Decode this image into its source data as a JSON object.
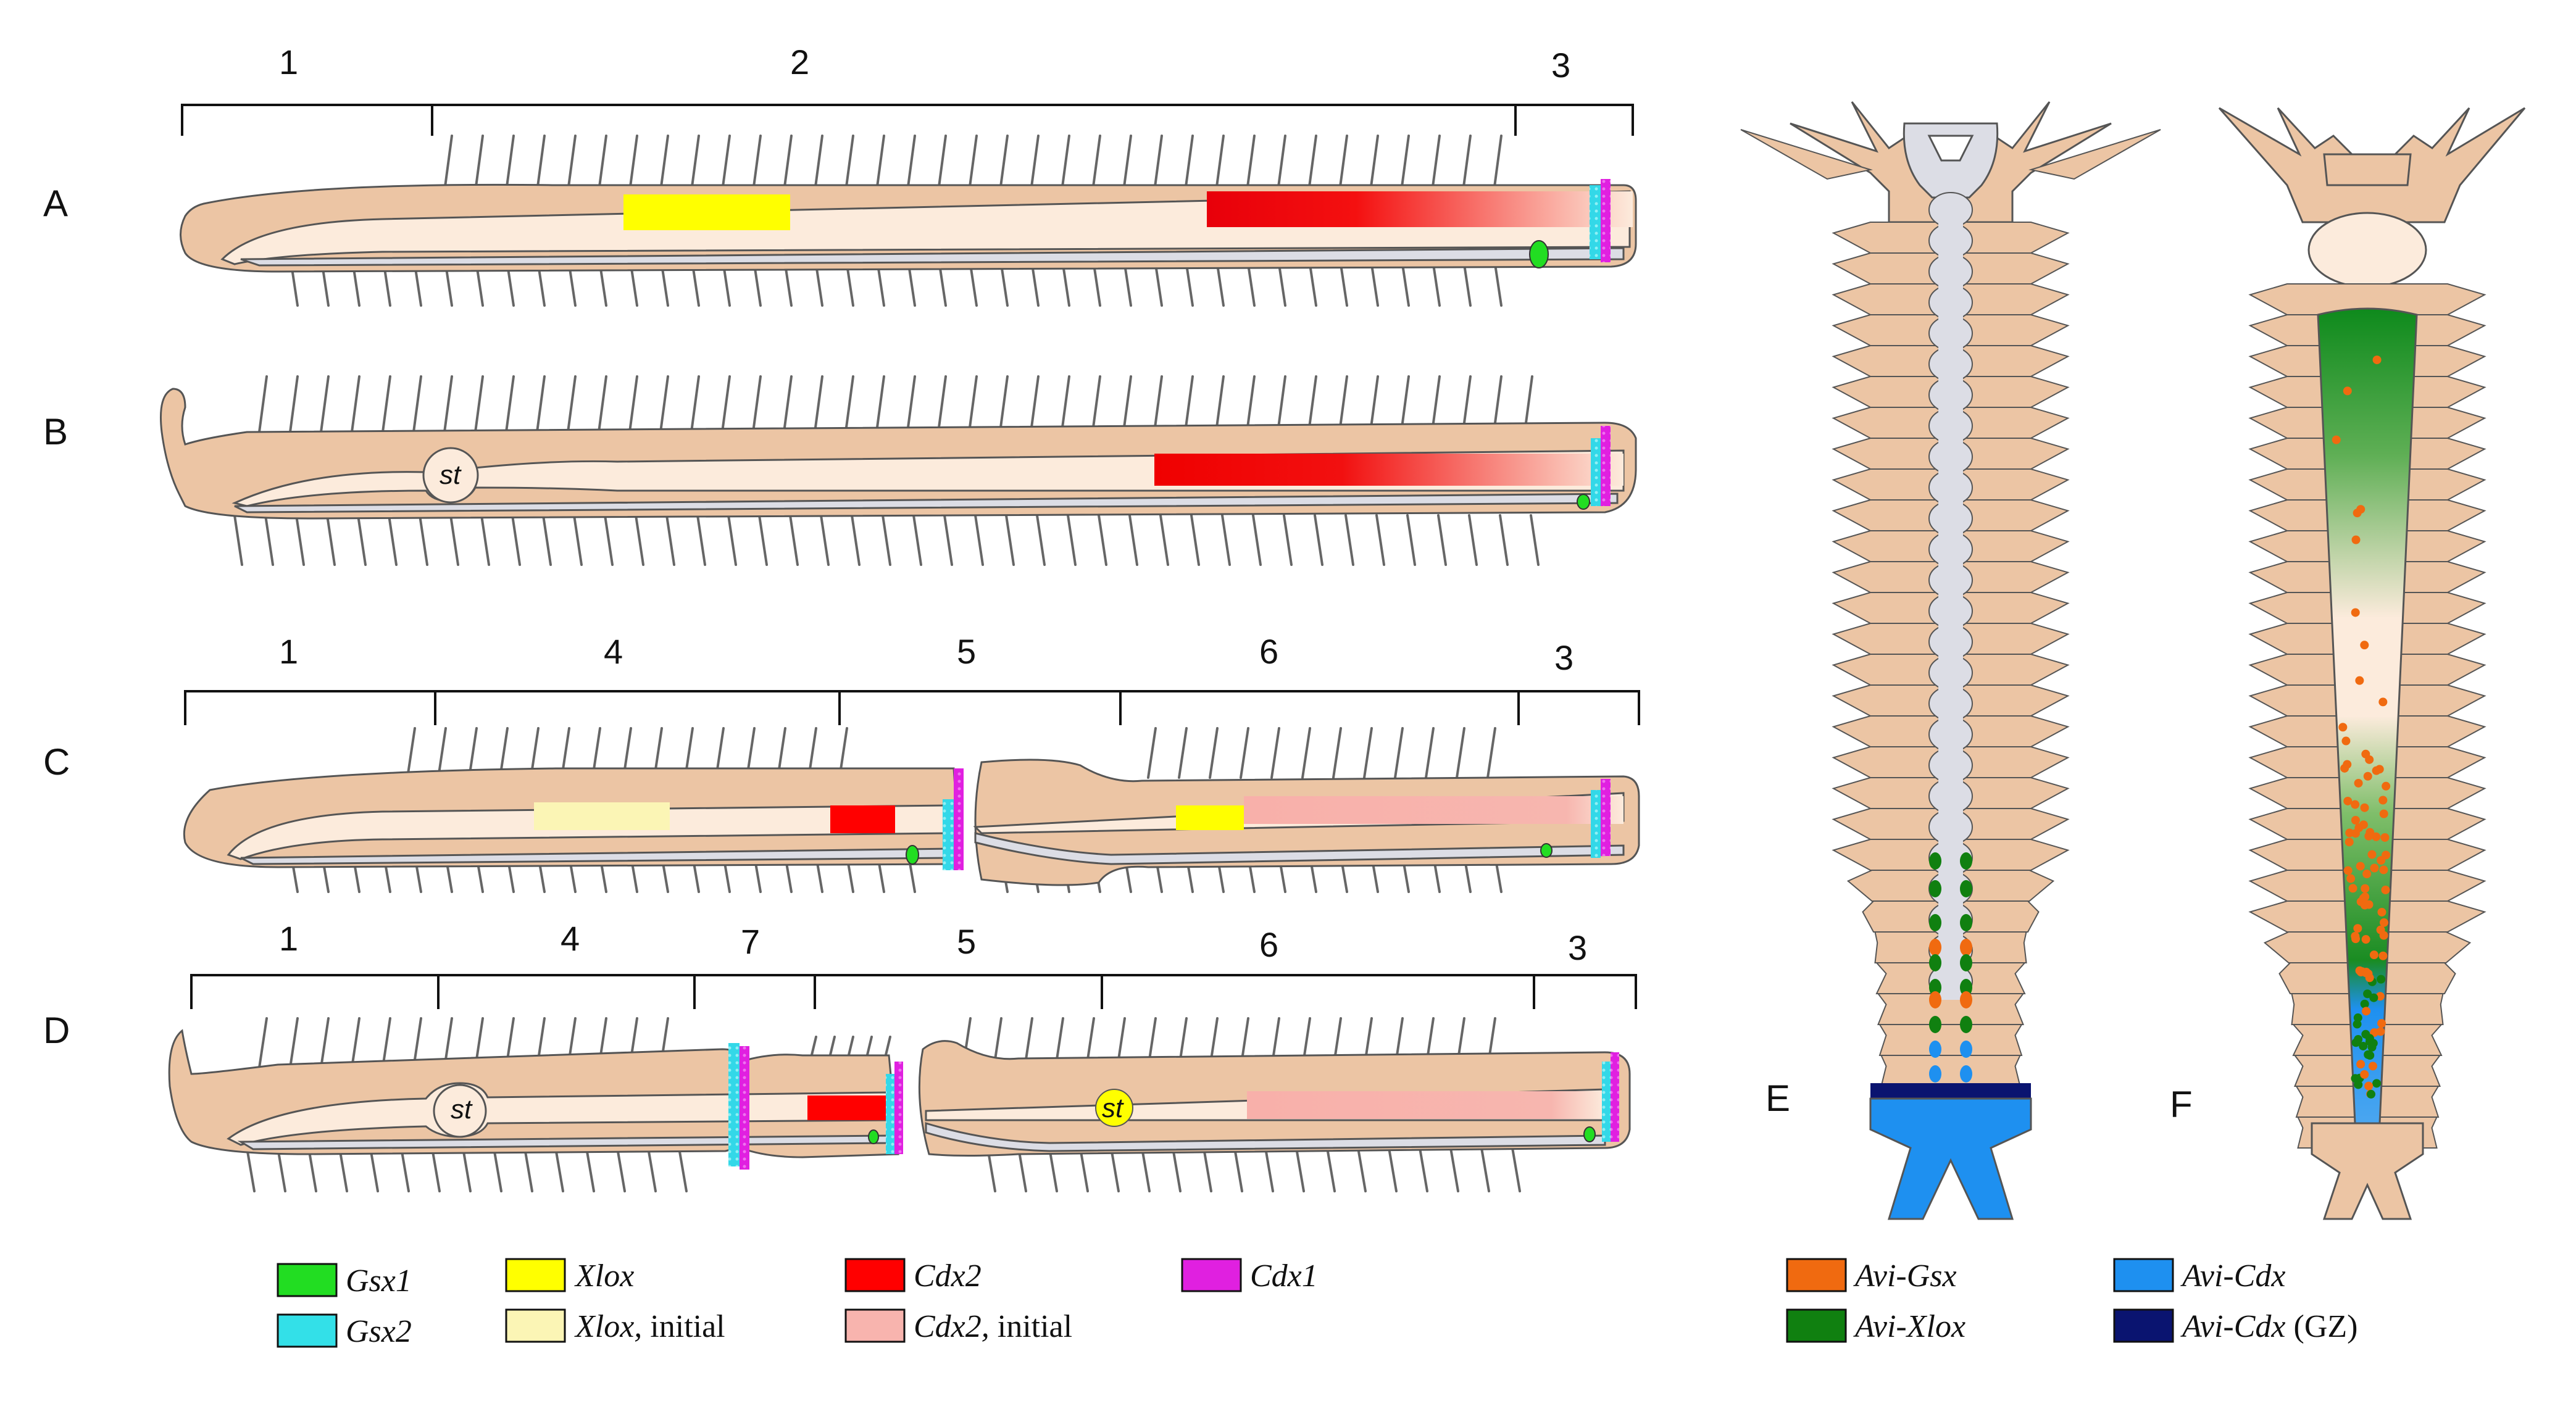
{
  "panels": {
    "a": "A",
    "b": "B",
    "c": "C",
    "d": "D",
    "e": "E",
    "f": "F"
  },
  "regions": {
    "r1": "1",
    "r2": "2",
    "r3": "3",
    "r4": "4",
    "r5": "5",
    "r6": "6",
    "r7": "7"
  },
  "organ": "st",
  "legend": {
    "gsx1": "Gsx1",
    "gsx2": "Gsx2",
    "xlox": "Xlox",
    "xlox_initial_gene": "Xlox,",
    "xlox_initial_suffix": " initial",
    "cdx2": "Cdx2",
    "cdx2_initial_gene": "Cdx2,",
    "cdx2_initial_suffix": " initial",
    "cdx1": "Cdx1",
    "avi_gsx": "Avi-Gsx",
    "avi_xlox": "Avi-Xlox",
    "avi_cdx": "Avi-Cdx",
    "avi_cdx_gz_gene": "Avi-Cdx",
    "avi_cdx_gz_suffix": " (GZ)"
  },
  "colors": {
    "body": "#ECC5A4",
    "gut": "#FCEBDC",
    "nerve": "#DCDDE5",
    "gsx1": "#22DD22",
    "gsx2": "#33E0E8",
    "xlox": "#FFFF00",
    "xlox_initial": "#FBF5B5",
    "cdx2": "#FF0000",
    "cdx2_initial": "#F8B4AE",
    "cdx1": "#E020E0",
    "avi_gsx": "#F06A10",
    "avi_xlox": "#108010",
    "avi_cdx": "#1E90F0",
    "avi_cdx_gz": "#0A1470"
  }
}
